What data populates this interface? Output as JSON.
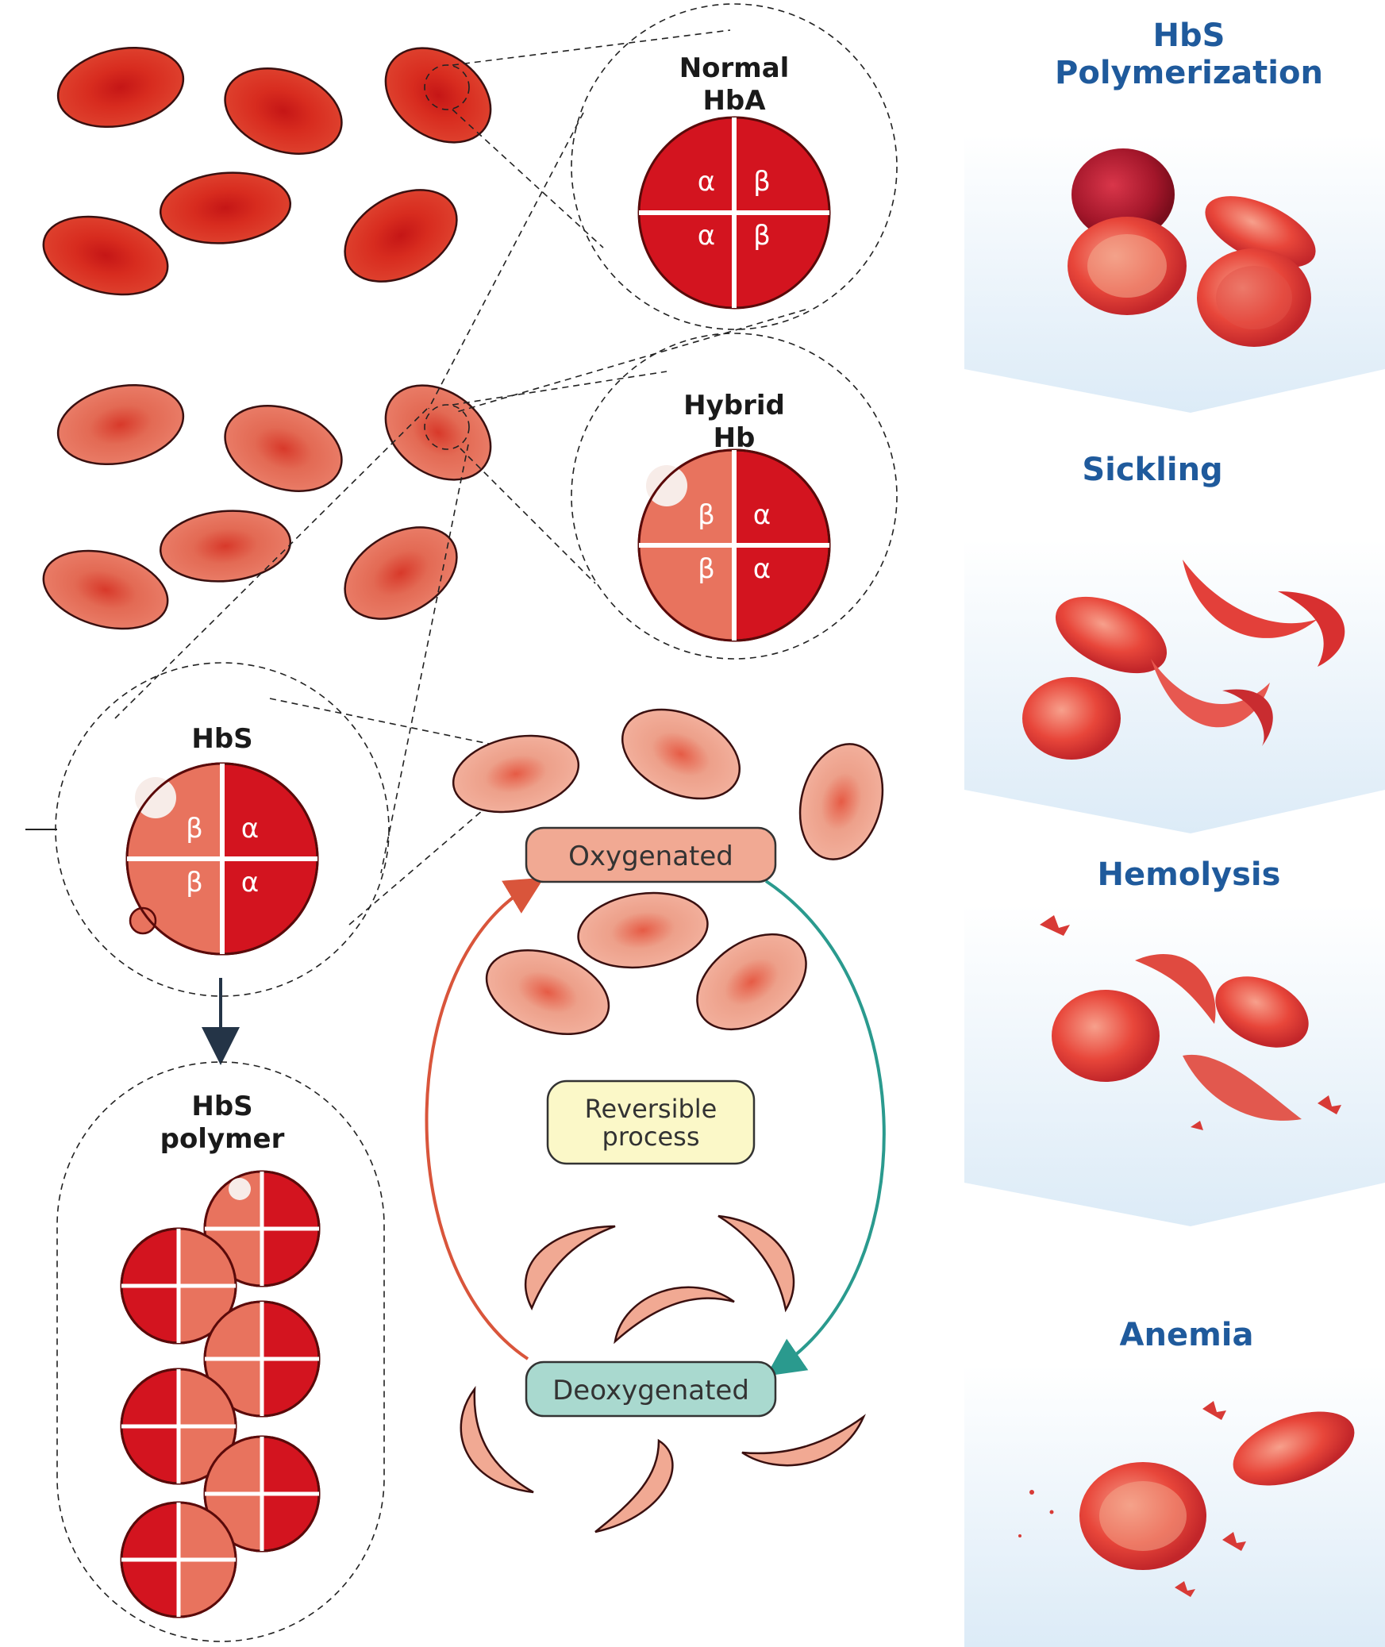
{
  "colors": {
    "cell_dark": "#dd3a2a",
    "cell_mid": "#e8735e",
    "cell_light": "#f1a993",
    "hb_red": "#d3141f",
    "hb_beta_s": "#e8735e",
    "oxy_box": "#f1a993",
    "deoxy_box": "#a9d9cf",
    "reversible_box": "#fbf8c8",
    "arrow_red": "#d9553b",
    "arrow_teal": "#2a9a8e",
    "stage_title": "#1f5a9c",
    "panel_bg": "#e6f1fa"
  },
  "zooms": {
    "normal": {
      "title_line1": "Normal",
      "title_line2": "HbA",
      "subunits": [
        "α",
        "β",
        "α",
        "β"
      ]
    },
    "hybrid": {
      "title_line1": "Hybrid",
      "title_line2": "Hb",
      "subunits": [
        "β",
        "α",
        "β",
        "α"
      ]
    },
    "hbs": {
      "title": "HbS",
      "subunits": [
        "β",
        "α",
        "β",
        "α"
      ]
    },
    "polymer": {
      "title_line1": "HbS",
      "title_line2": "polymer"
    }
  },
  "cycle": {
    "oxygenated": "Oxygenated",
    "deoxygenated": "Deoxygenated",
    "reversible_line1": "Reversible",
    "reversible_line2": "process"
  },
  "stages": [
    {
      "title_line1": "HbS",
      "title_line2": "Polymerization",
      "image": "intact-red-cells"
    },
    {
      "title_line1": "Sickling",
      "title_line2": "",
      "image": "sickled-cells"
    },
    {
      "title_line1": "Hemolysis",
      "title_line2": "",
      "image": "ruptured-cells"
    },
    {
      "title_line1": "Anemia",
      "title_line2": "",
      "image": "sparse-cells"
    }
  ]
}
